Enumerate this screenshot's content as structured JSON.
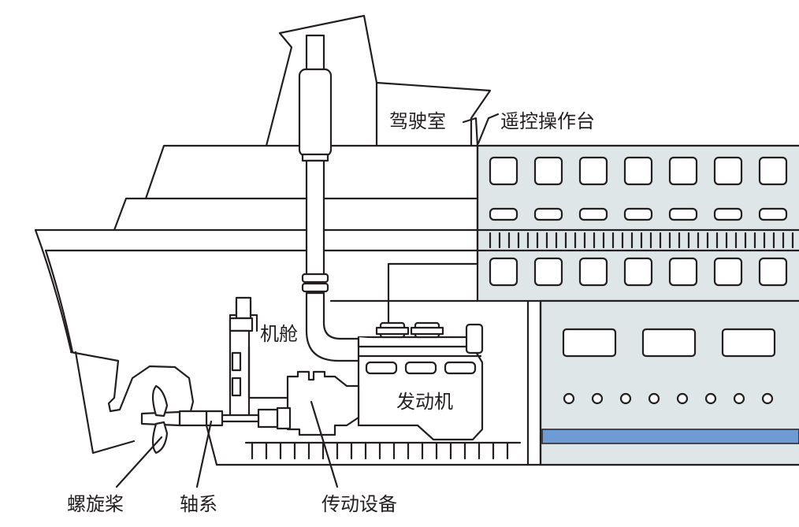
{
  "labels": {
    "bridge": "驾驶室",
    "remote_console": "遥控操作台",
    "engine_room": "机舱",
    "engine": "发动机",
    "propeller": "螺旋桨",
    "shaft": "轴系",
    "transmission": "传动设备"
  },
  "colors": {
    "line": "#231f20",
    "panel_fill": "#dfe6e8",
    "accent_bar": "#6f9bd4",
    "background": "#ffffff"
  }
}
